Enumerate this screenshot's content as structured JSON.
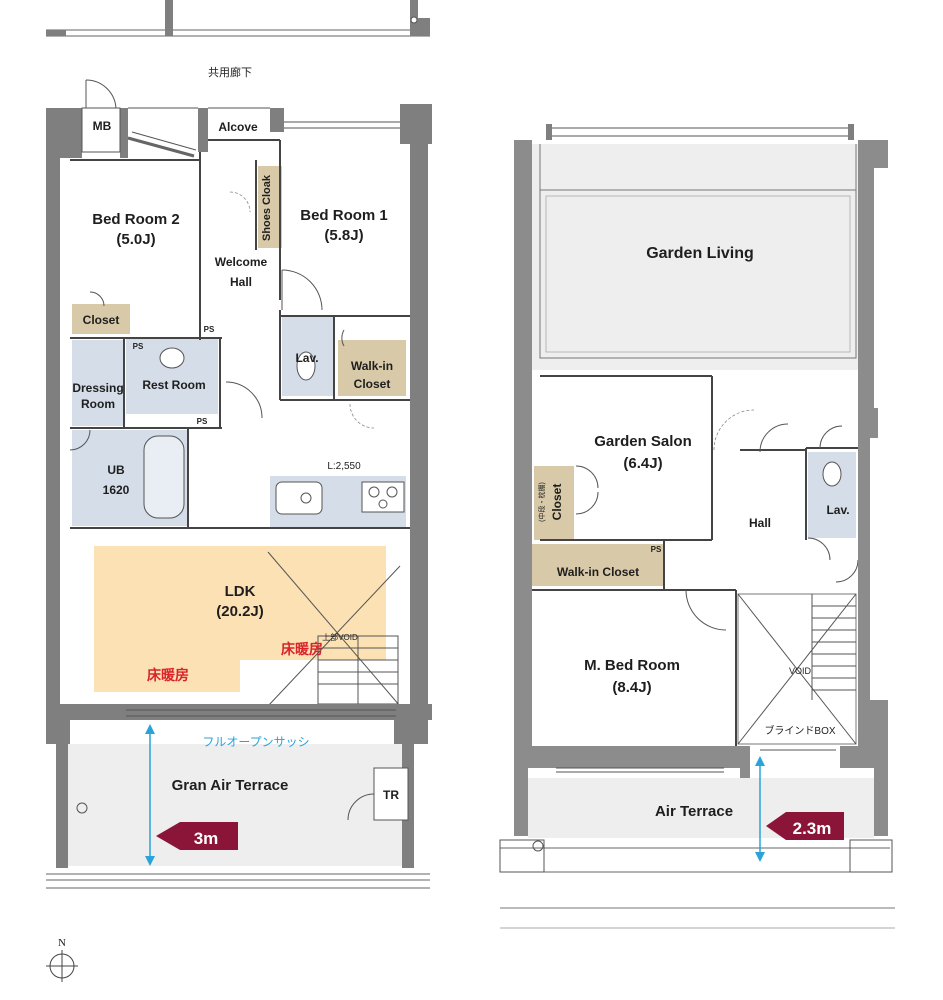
{
  "corridor_label": "共用廊下",
  "left_plan": {
    "mb": "MB",
    "alcove": "Alcove",
    "bedroom2_name": "Bed Room 2",
    "bedroom2_size": "(5.0J)",
    "bedroom1_name": "Bed Room 1",
    "bedroom1_size": "(5.8J)",
    "shoes_cloak": "Shoes Cloak",
    "welcome_hall_1": "Welcome",
    "welcome_hall_2": "Hall",
    "closet": "Closet",
    "ps1": "PS",
    "ps2": "PS",
    "ps3": "PS",
    "lav": "Lav.",
    "walkin_1": "Walk-in",
    "walkin_2": "Closet",
    "dressing_1": "Dressing",
    "dressing_2": "Room",
    "rest_room": "Rest Room",
    "ub_1": "UB",
    "ub_2": "1620",
    "kitchen_len": "L:2,550",
    "ldk_name": "LDK",
    "ldk_size": "(20.2J)",
    "floor_heat_1": "床暖房",
    "floor_heat_2": "床暖房",
    "void_above": "上部VOID",
    "full_open_sash": "フルオープンサッシ",
    "terrace_name": "Gran  Air  Terrace",
    "tr": "TR",
    "depth_badge": "3m",
    "depth_value_m": 3
  },
  "right_plan": {
    "garden_living": "Garden  Living",
    "garden_salon_name": "Garden Salon",
    "garden_salon_size": "(6.4J)",
    "closet_small": "(中段・枕棚)",
    "closet": "Closet",
    "hall": "Hall",
    "lav": "Lav.",
    "walkin": "Walk-in Closet",
    "ps": "PS",
    "mbed_name": "M. Bed Room",
    "mbed_size": "(8.4J)",
    "void": "VOID",
    "blind_box": "ブラインドBOX",
    "terrace_name": "Air  Terrace",
    "depth_badge": "2.3m",
    "depth_value_m": 2.3
  },
  "compass": "N",
  "colors": {
    "wall": "#7f7f7f",
    "wet_area": "#d4dde8",
    "storage": "#d8c9a8",
    "floor_heating": "#fbe1b3",
    "badge": "#8b1538",
    "arrow": "#2aa3d8",
    "heat_text": "#d9232b"
  }
}
